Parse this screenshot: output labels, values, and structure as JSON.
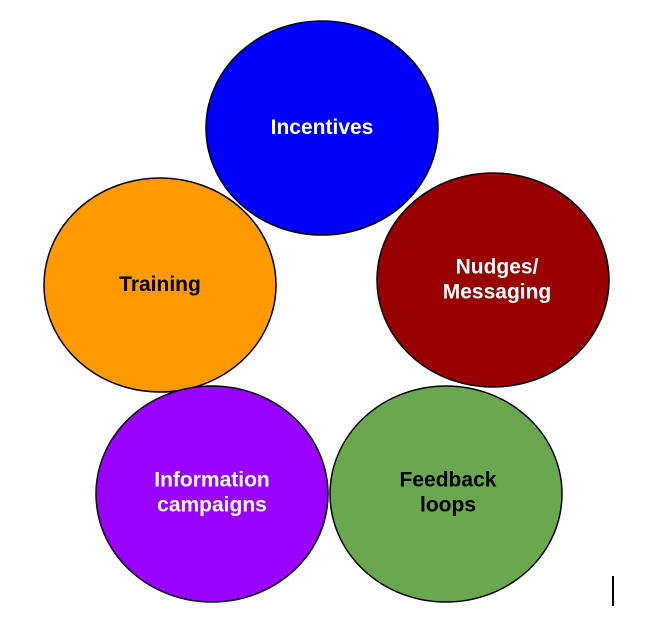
{
  "nodes": [
    {
      "id": "incentives",
      "lines": [
        "Incentives"
      ],
      "fill": "#0000ff",
      "text_color": "#ffffff"
    },
    {
      "id": "nudges-messaging",
      "lines": [
        "Nudges/",
        "Messaging"
      ],
      "fill": "#990000",
      "text_color": "#ffffff"
    },
    {
      "id": "feedback-loops",
      "lines": [
        "Feedback",
        "loops"
      ],
      "fill": "#6aa84f",
      "text_color": "#000000"
    },
    {
      "id": "information-campaigns",
      "lines": [
        "Information",
        "campaigns"
      ],
      "fill": "#9900ff",
      "text_color": "#ffffff"
    },
    {
      "id": "training",
      "lines": [
        "Training"
      ],
      "fill": "#ff9900",
      "text_color": "#000000"
    }
  ],
  "outline_color": "#000000"
}
